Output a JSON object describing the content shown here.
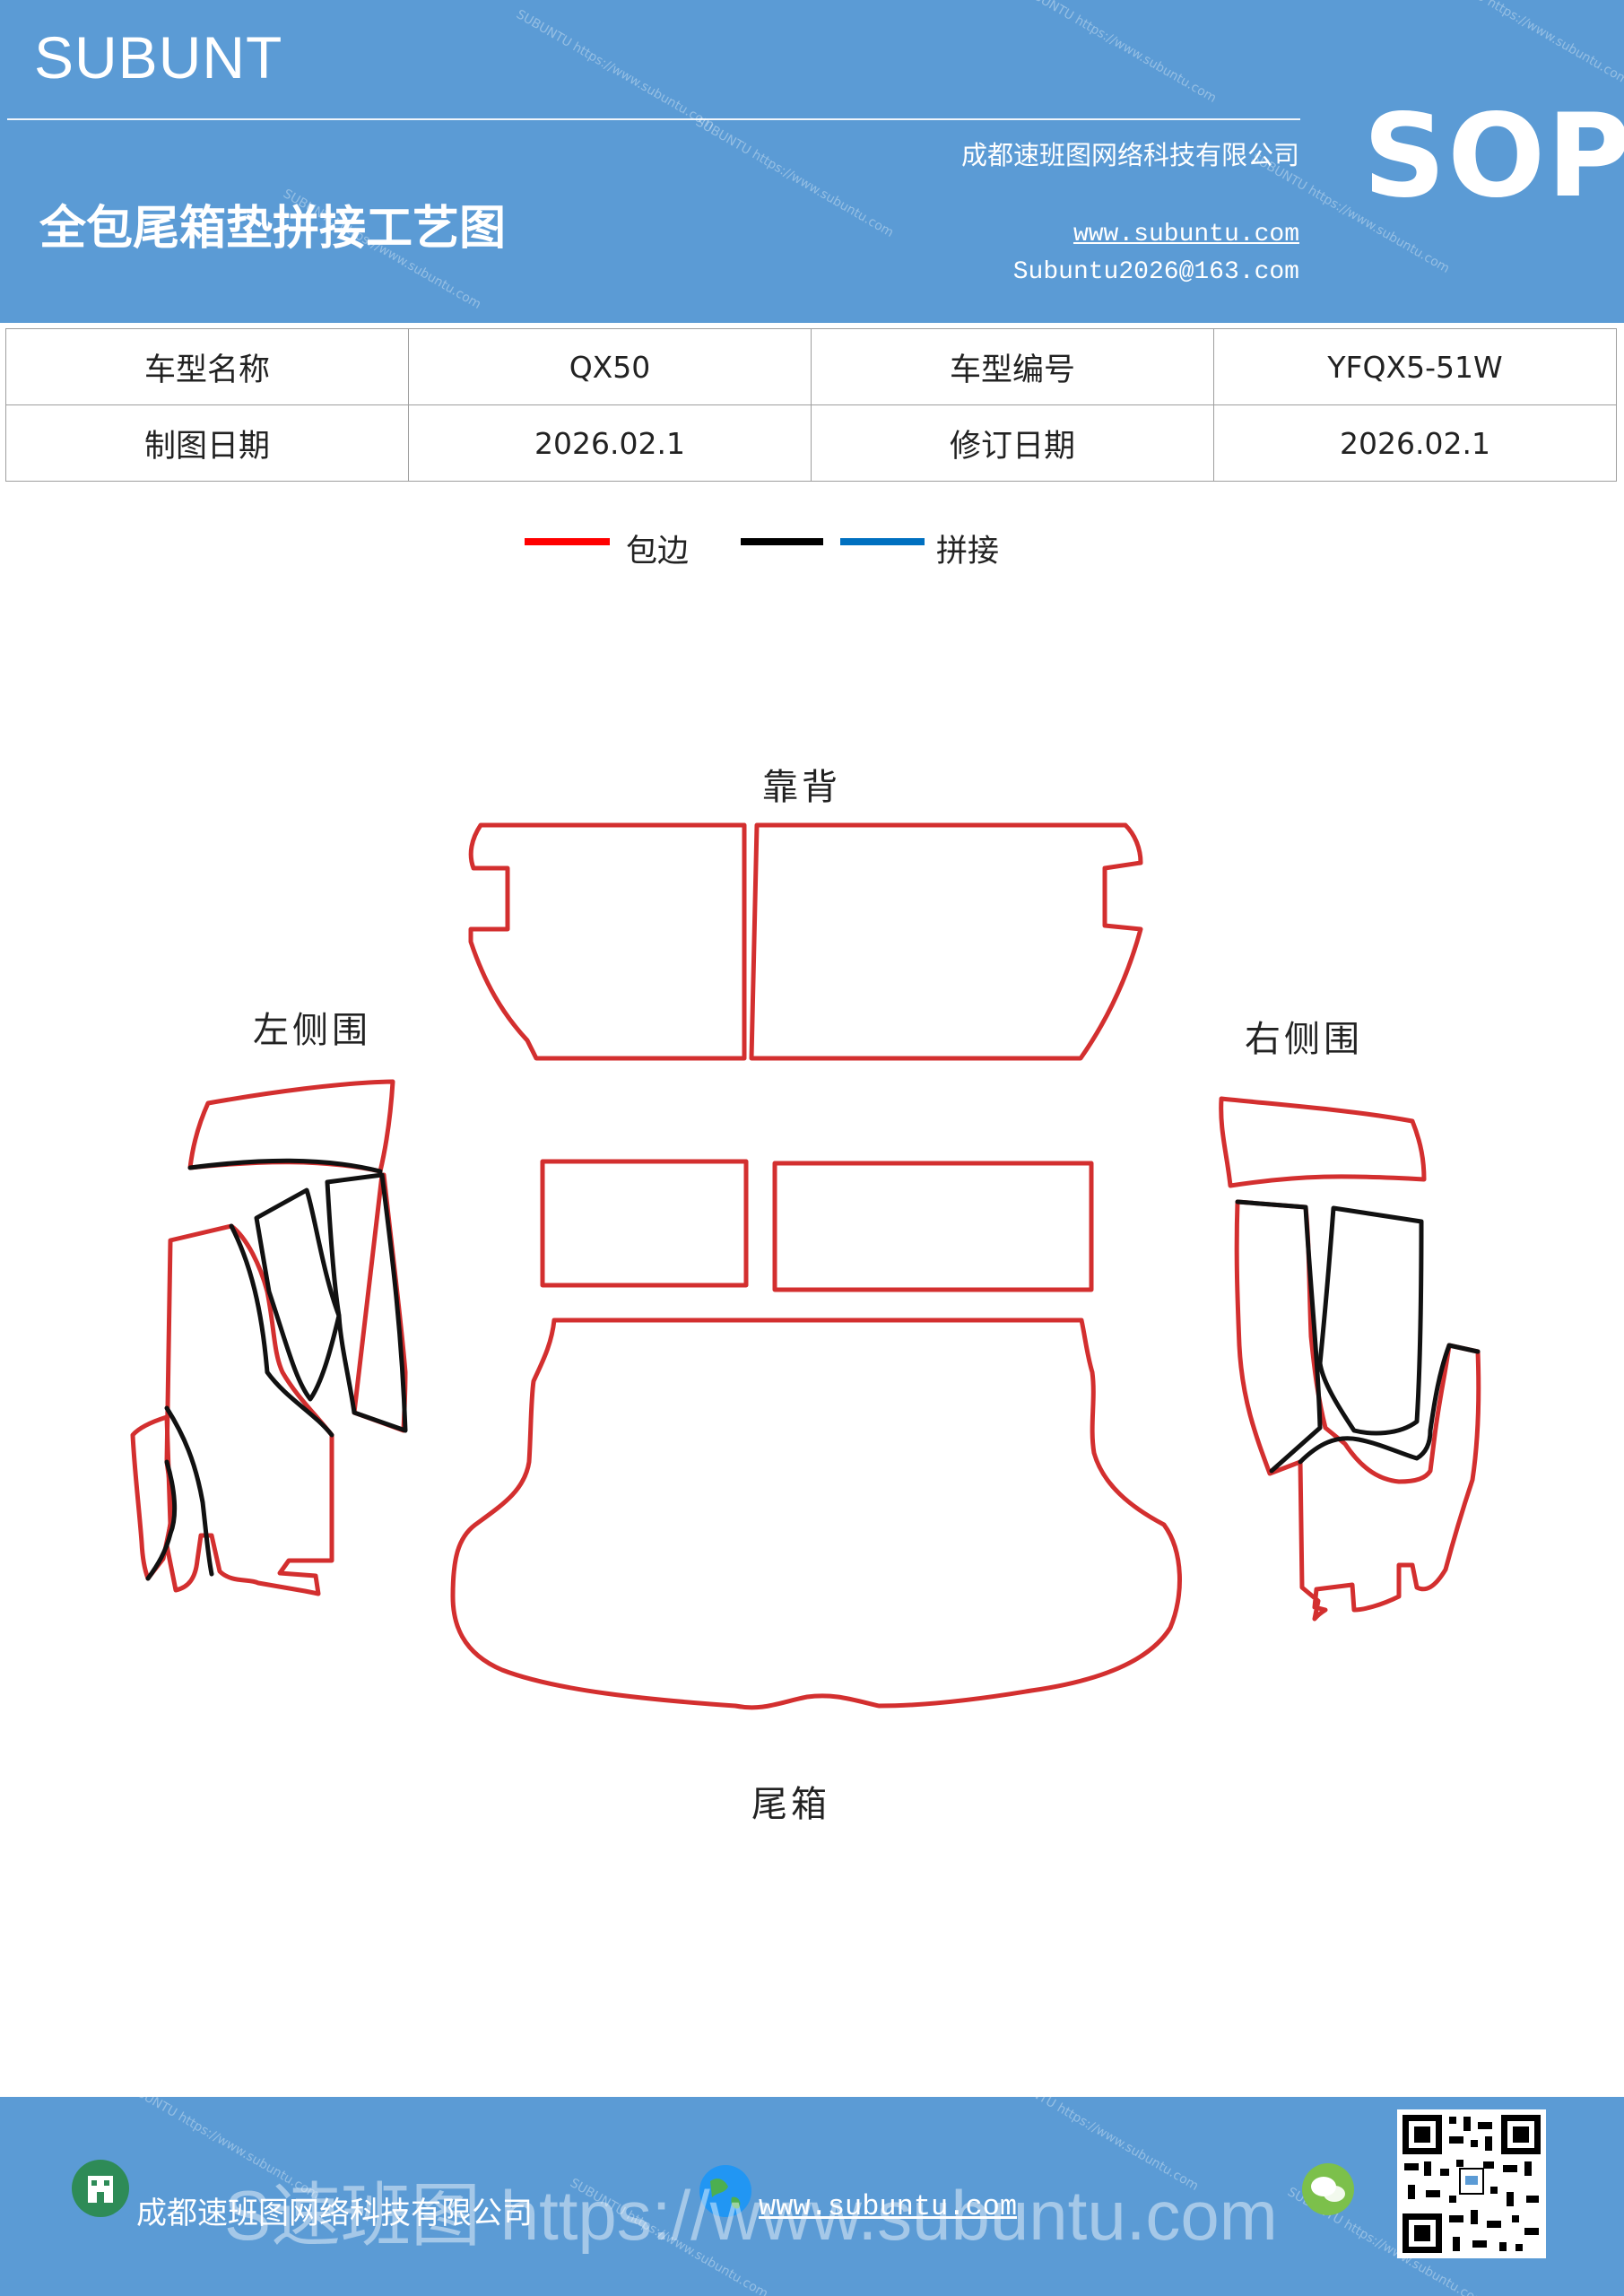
{
  "header": {
    "brand": "SUBUNT",
    "title": "全包尾箱垫拼接工艺图",
    "company": "成都速班图网络科技有限公司",
    "website": "www.subuntu.com",
    "email": "Subuntu2026@163.com",
    "badge": "SOP",
    "watermark": "SUBUNTU https://www.subuntu.com"
  },
  "info": {
    "row1": {
      "label1": "车型名称",
      "value1": "QX50",
      "label2": "车型编号",
      "value2": "YFQX5-51W"
    },
    "row2": {
      "label1": "制图日期",
      "value1": "2026.02.1",
      "label2": "修订日期",
      "value2": "2026.02.1"
    }
  },
  "legend": {
    "items": [
      {
        "label": "包边",
        "color": "#ff0000"
      },
      {
        "label": "",
        "color": "#000000"
      },
      {
        "label": "拼接",
        "color": "#0070c0"
      }
    ]
  },
  "diagram": {
    "labels": {
      "back": "靠背",
      "left": "左侧围",
      "right": "右侧围",
      "trunk": "尾箱"
    },
    "edge_color": "#d32f2f",
    "seam_color": "#111111"
  },
  "footer": {
    "company": "成都速班图网络科技有限公司",
    "website": "www.subuntu.com",
    "overlay": "S速班图 https://www.subuntu.com",
    "icons": [
      "building-icon",
      "globe-icon",
      "wechat-icon",
      "qr-code"
    ]
  }
}
